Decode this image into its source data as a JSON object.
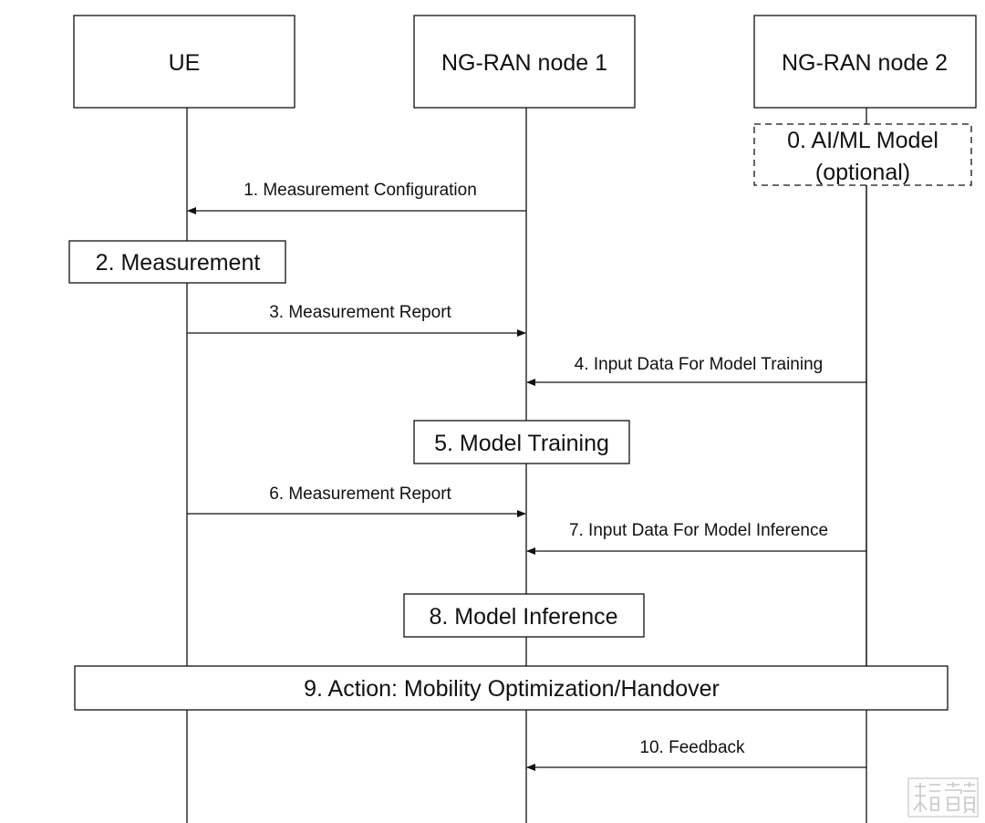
{
  "nodes": {
    "ue": "UE",
    "ran1": "NG-RAN node 1",
    "ran2": "NG-RAN node 2"
  },
  "steps": {
    "s0_line1": "0. AI/ML Model",
    "s0_line2": "(optional)",
    "s1": "1. Measurement Configuration",
    "s2": "2. Measurement",
    "s3": "3. Measurement Report",
    "s4": "4. Input Data For Model Training",
    "s5": "5. Model Training",
    "s6": "6. Measurement Report",
    "s7": "7. Input Data For Model Inference",
    "s8": "8. Model Inference",
    "s9": "9. Action: Mobility Optimization/Handover",
    "s10": "10. Feedback"
  },
  "watermark": "科荣词黄"
}
